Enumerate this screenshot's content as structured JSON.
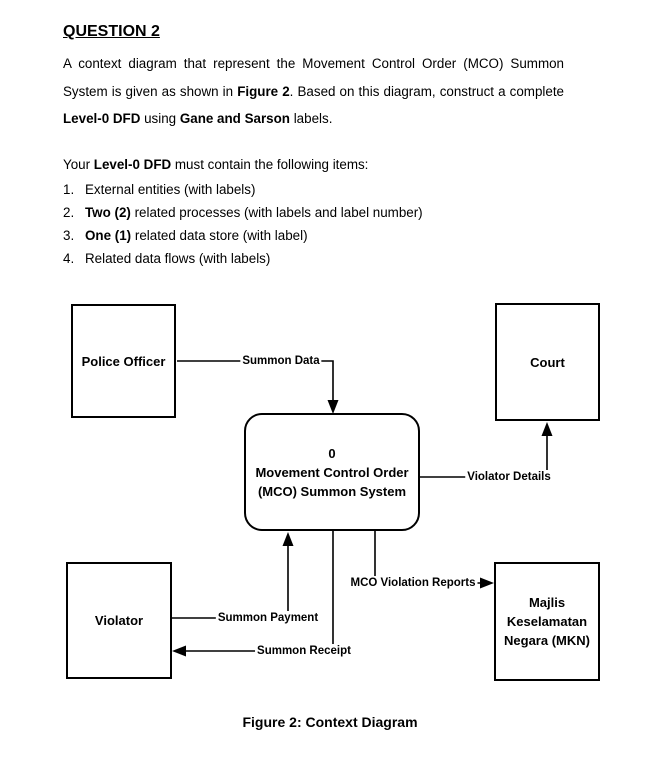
{
  "document": {
    "title": "QUESTION 2",
    "intro_segments": [
      {
        "t": "A context diagram that represent the Movement Control Order (MCO) Summon System is given as shown in ",
        "b": false
      },
      {
        "t": "Figure 2",
        "b": true
      },
      {
        "t": ". Based on this diagram, construct a complete ",
        "b": false
      },
      {
        "t": "Level-0 DFD",
        "b": true
      },
      {
        "t": " using ",
        "b": false
      },
      {
        "t": "Gane and Sarson",
        "b": true
      },
      {
        "t": " labels.",
        "b": false
      }
    ],
    "requirements_lead_segments": [
      {
        "t": "Your ",
        "b": false
      },
      {
        "t": "Level-0 DFD",
        "b": true
      },
      {
        "t": " must contain the following items:",
        "b": false
      }
    ],
    "requirements": [
      {
        "num": "1.",
        "segments": [
          {
            "t": "External entities (with labels)",
            "b": false
          }
        ]
      },
      {
        "num": "2.",
        "segments": [
          {
            "t": "Two (2)",
            "b": true
          },
          {
            "t": " related processes (with labels and label number)",
            "b": false
          }
        ]
      },
      {
        "num": "3.",
        "segments": [
          {
            "t": "One (1)",
            "b": true
          },
          {
            "t": " related data store (with label)",
            "b": false
          }
        ]
      },
      {
        "num": "4.",
        "segments": [
          {
            "t": "Related data flows (with labels)",
            "b": false
          }
        ]
      }
    ],
    "figure_caption": "Figure 2: Context Diagram"
  },
  "diagram": {
    "entities": {
      "police_officer": {
        "label": "Police Officer"
      },
      "court": {
        "label": "Court"
      },
      "violator": {
        "label": "Violator"
      },
      "mkn": {
        "label": "Majlis Keselamatan Negara (MKN)"
      }
    },
    "process": {
      "number": "0",
      "name": "Movement Control Order (MCO) Summon System"
    },
    "flows": {
      "summon_data": {
        "label": "Summon Data",
        "from": "Police Officer",
        "to": "MCO Summon System"
      },
      "violator_details": {
        "label": "Violator Details",
        "from": "MCO Summon System",
        "to": "Court"
      },
      "summon_payment": {
        "label": "Summon Payment",
        "from": "Violator",
        "to": "MCO Summon System"
      },
      "summon_receipt": {
        "label": "Summon Receipt",
        "from": "MCO Summon System",
        "to": "Violator"
      },
      "mco_violation_reports": {
        "label": "MCO Violation Reports",
        "from": "MCO Summon System",
        "to": "Majlis Keselamatan Negara (MKN)"
      }
    },
    "colors": {
      "line": "#000000",
      "box_fill": "#ffffff",
      "text": "#000000"
    }
  }
}
